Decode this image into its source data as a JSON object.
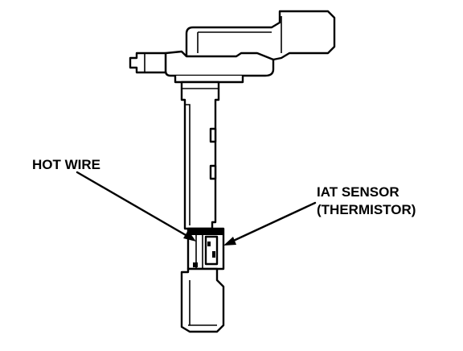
{
  "labels": {
    "hot_wire": "HOT WIRE",
    "iat_sensor_line1": "IAT SENSOR",
    "iat_sensor_line2": "(THERMISTOR)"
  },
  "colors": {
    "ink": "#000000",
    "background": "#ffffff"
  }
}
